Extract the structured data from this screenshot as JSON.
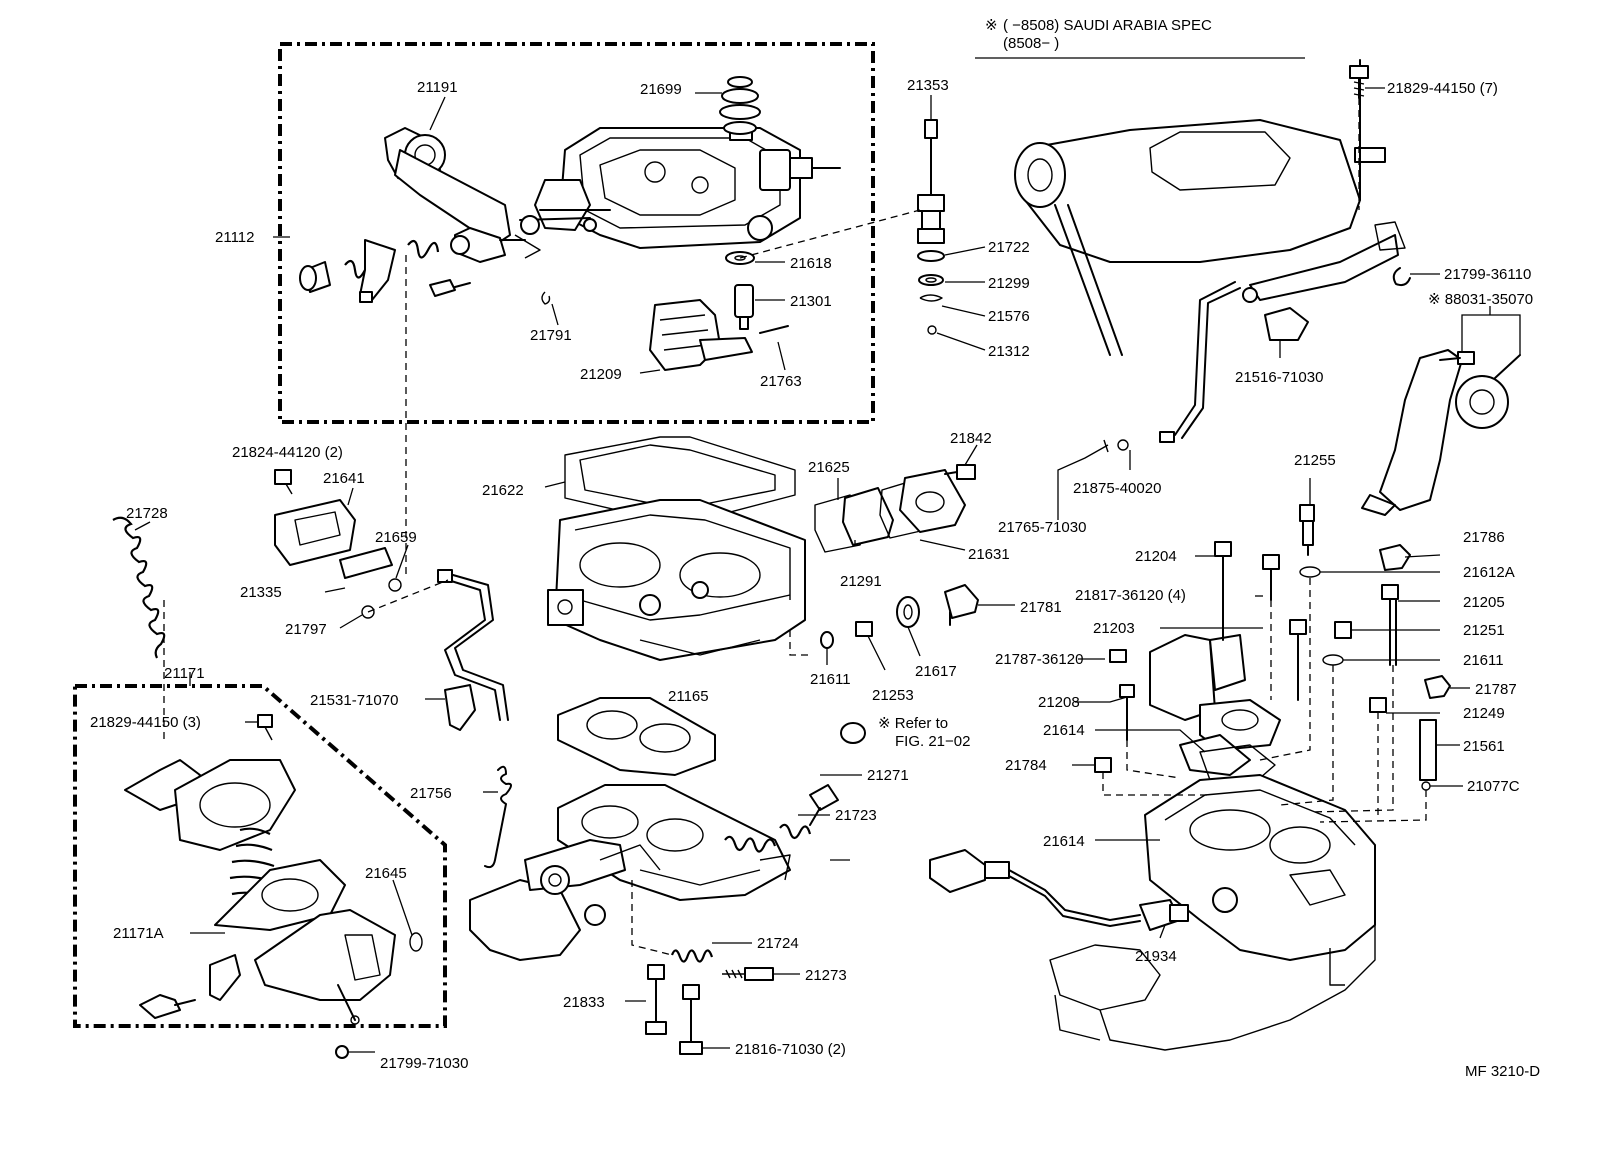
{
  "header": {
    "mark": "※",
    "line1": "(        −8508) SAUDI ARABIA SPEC",
    "line2": "(8508−        )"
  },
  "footer": {
    "figure_code": "MF 3210-D"
  },
  "refer_note": {
    "line1": "※ Refer to",
    "line2": "FIG. 21−02"
  },
  "labels": {
    "p21191": "21191",
    "p21699": "21699",
    "p21353": "21353",
    "p21829_44150_7": "21829-44150 (7)",
    "p21112": "21112",
    "p21722": "21722",
    "p21618": "21618",
    "p21299": "21299",
    "p21301": "21301",
    "p21576": "21576",
    "p21791": "21791",
    "p21312": "21312",
    "p21209": "21209",
    "p21763": "21763",
    "p21799_36110": "21799-36110",
    "p88031_35070": "※ 88031-35070",
    "p21516_71030": "21516-71030",
    "p21824_44120_2": "21824-44120 (2)",
    "p21641": "21641",
    "p21622": "21622",
    "p21625": "21625",
    "p21842": "21842",
    "p21875_40020": "21875-40020",
    "p21765_71030": "21765-71030",
    "p21255": "21255",
    "p21728": "21728",
    "p21659": "21659",
    "p21291": "21291",
    "p21631": "21631",
    "p21335": "21335",
    "p21204": "21204",
    "p21786": "21786",
    "p21612A": "21612A",
    "p21817_36120_4": "21817-36120 (4)",
    "p21205": "21205",
    "p21797": "21797",
    "p21781": "21781",
    "p21203": "21203",
    "p21251": "21251",
    "p21787_36120": "21787-36120",
    "p21611_right": "21611",
    "p21611_center": "21611",
    "p21253": "21253",
    "p21617": "21617",
    "p21171": "21171",
    "p21208": "21208",
    "p21787": "21787",
    "p21531_71070": "21531-71070",
    "p21165": "21165",
    "p21249": "21249",
    "p21829_44150_3": "21829-44150 (3)",
    "p21614_a": "21614",
    "p21561": "21561",
    "p21784": "21784",
    "p21271": "21271",
    "p21756": "21756",
    "p21077C": "21077C",
    "p21723": "21723",
    "p21614_b": "21614",
    "p21645": "21645",
    "p21171A": "21171A",
    "p21934": "21934",
    "p21724": "21724",
    "p21273": "21273",
    "p21833": "21833",
    "p21816_71030_2": "21816-71030 (2)",
    "p21799_71030": "21799-71030"
  }
}
